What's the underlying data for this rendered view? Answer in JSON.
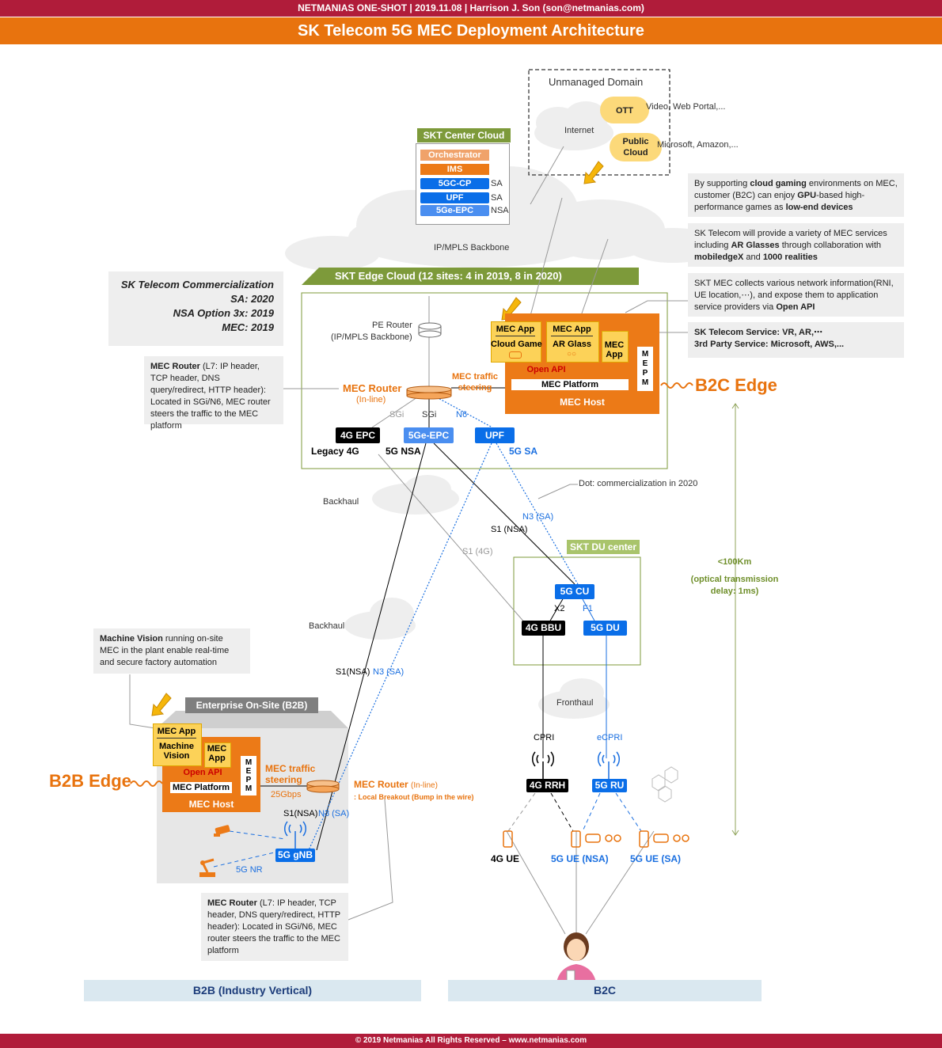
{
  "header": {
    "topbar": "NETMANIAS ONE-SHOT  |  2019.11.08  |  Harrison J. Son (son@netmanias.com)",
    "title": "SK Telecom 5G MEC Deployment Architecture",
    "footer": "© 2019 Netmanias All Rights Reserved – www.netmanias.com"
  },
  "unmanaged": {
    "title": "Unmanaged Domain",
    "internet": "Internet",
    "ott": "OTT",
    "ott_desc": "Video, Web Portal,...",
    "public_cloud_1": "Public",
    "public_cloud_2": "Cloud",
    "public_desc": "Microsoft, Amazon,..."
  },
  "center_cloud": {
    "title": "SKT Center Cloud",
    "items": [
      "Orchestrator",
      "IMS",
      "5GC-CP",
      "UPF",
      "5Ge-EPC"
    ],
    "tags": [
      "SA",
      "SA",
      "NSA"
    ]
  },
  "backbone": "IP/MPLS Backbone",
  "commercialization": {
    "line1": "SK Telecom Commercialization",
    "line2": "SA: 2020",
    "line3": "NSA Option 3x: 2019",
    "line4": "MEC: 2019"
  },
  "edge_cloud": {
    "title": "SKT Edge Cloud (12 sites: 4 in 2019, 8 in 2020)",
    "pe_router_1": "PE Router",
    "pe_router_2": "(IP/MPLS Backbone)",
    "mec_router": "MEC Router",
    "inline": "(In-line)",
    "steering_1": "MEC traffic",
    "steering_2": "steering",
    "sgi": "SGi",
    "n6": "N6",
    "epc4g": "4G EPC",
    "epc5g": "5Ge-EPC",
    "upf": "UPF",
    "legacy": "Legacy 4G",
    "nsa": "5G NSA",
    "sa": "5G SA"
  },
  "mec_host_b2c": {
    "app1_title": "MEC App",
    "app1_name": "Cloud Game",
    "app2_title": "MEC App",
    "app2_name": "AR Glass",
    "app3_1": "MEC",
    "app3_2": "App",
    "mepm": [
      "M",
      "E",
      "P",
      "M"
    ],
    "open_api": "Open API",
    "platform": "MEC Platform",
    "host": "MEC Host",
    "edge_label": "B2C Edge"
  },
  "notes": {
    "gaming": [
      {
        "text": "By supporting ",
        "b": false
      },
      {
        "text": "cloud gaming",
        "b": true
      },
      {
        "text": " environments on MEC, customer (B2C) can enjoy ",
        "b": false
      },
      {
        "text": "GPU",
        "b": true
      },
      {
        "text": "-based high-performance games as ",
        "b": false
      },
      {
        "text": "low-end devices",
        "b": true
      }
    ],
    "services": [
      {
        "text": "SK Telecom will provide a variety of MEC services including ",
        "b": false
      },
      {
        "text": "AR Glasses",
        "b": true
      },
      {
        "text": " through collaboration with ",
        "b": false
      },
      {
        "text": "mobiledgeX",
        "b": true
      },
      {
        "text": " and ",
        "b": false
      },
      {
        "text": "1000 realities",
        "b": true
      }
    ],
    "collects": [
      {
        "text": "SKT MEC collects various network information(RNI, UE location,⋯), and expose them to application service providers via ",
        "b": false
      },
      {
        "text": "Open API",
        "b": true
      }
    ],
    "service_list_1": "SK Telecom Service: VR, AR,⋯",
    "service_list_2": "3rd Party Service: Microsoft, AWS,...",
    "mec_router_edge": [
      {
        "text": "MEC Router",
        "b": true
      },
      {
        "text": " (L7: IP header, TCP header, DNS query/redirect, HTTP header): Located in SGi/N6, MEC router steers the traffic to the MEC platform",
        "b": false
      }
    ],
    "machine_vision": [
      {
        "text": "Machine Vision",
        "b": true
      },
      {
        "text": " running on-site MEC in the plant enable real-time and secure factory automation",
        "b": false
      }
    ],
    "mec_router_b2b": [
      {
        "text": "MEC Router",
        "b": true
      },
      {
        "text": " (L7: IP header, TCP header, DNS query/redirect, HTTP header): Located in SGi/N6, MEC router steers the traffic to the MEC platform",
        "b": false
      }
    ]
  },
  "transport": {
    "backhaul1": "Backhaul",
    "backhaul2": "Backhaul",
    "fronthaul": "Fronthaul",
    "dot_note": "Dot: commercialization in 2020",
    "s1_nsa": "S1 (NSA)",
    "n3_sa": "N3 (SA)",
    "s1_4g": "S1 (4G)",
    "s1_nsa_b2b": "S1(NSA)",
    "n3_sa_b2b": "N3 (SA)",
    "x2": "X2",
    "f1": "F1",
    "cpri": "CPRI",
    "ecpri": "eCPRI",
    "distance_1": "<100Km",
    "distance_2": "(optical transmission",
    "distance_3": "delay: 1ms)"
  },
  "du_center": {
    "title": "SKT DU center",
    "cu": "5G CU",
    "bbu": "4G BBU",
    "du": "5G DU"
  },
  "radio": {
    "rrh": "4G RRH",
    "ru": "5G RU",
    "ue4g": "4G UE",
    "ue_nsa": "5G UE (NSA)",
    "ue_sa": "5G UE (SA)"
  },
  "b2b": {
    "title": "Enterprise On-Site (B2B)",
    "app1_title": "MEC App",
    "app1_name_1": "Machine",
    "app1_name_2": "Vision",
    "app2_1": "MEC",
    "app2_2": "App",
    "mepm": [
      "M",
      "E",
      "P",
      "M"
    ],
    "open_api": "Open API",
    "platform": "MEC Platform",
    "host": "MEC Host",
    "steering_1": "MEC traffic",
    "steering_2": "steering",
    "gbps": "25Gbps",
    "router": "MEC Router",
    "router_inline": "(In-line)",
    "breakout": ": Local Breakout",
    "bump": "(Bump in the wire)",
    "s1": "S1(NSA)",
    "n3": "N3 (SA)",
    "gnb": "5G gNB",
    "nr": "5G NR",
    "edge_label": "B2B Edge"
  },
  "bottom": {
    "b2b": "B2B (Industry Vertical)",
    "b2c": "B2C"
  },
  "colors": {
    "orange": "#e8730e",
    "brand_red": "#b01c3a",
    "blue": "#0a6ee8",
    "green": "#7d9a3a"
  }
}
